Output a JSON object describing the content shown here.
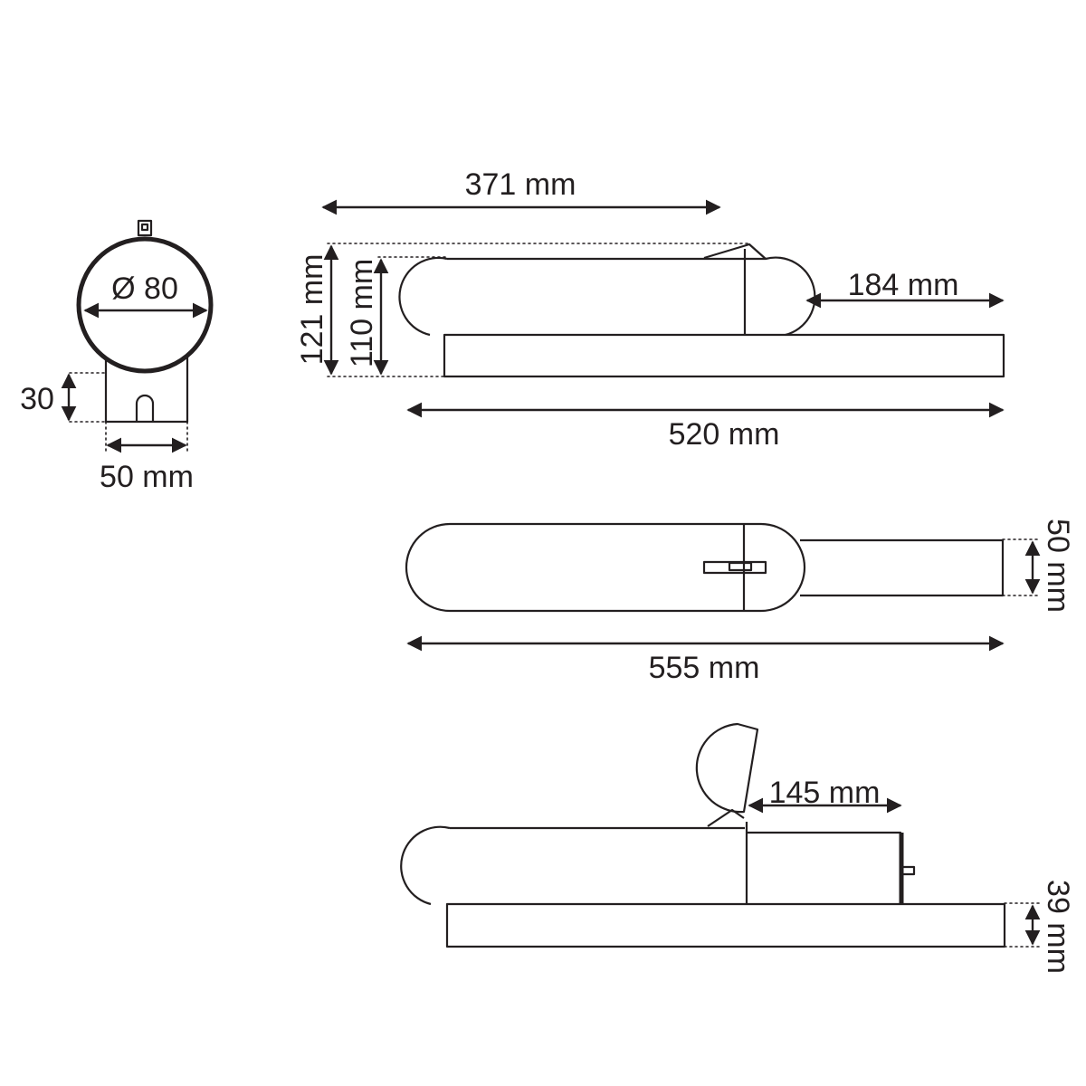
{
  "colors": {
    "line": "#231f20",
    "background": "#ffffff"
  },
  "labels": {
    "diameter": "Ø 80",
    "mount_height": "30",
    "mount_width": "50 mm",
    "top_length": "371 mm",
    "total_height": "121 mm",
    "head_height": "110 mm",
    "overhang": "184 mm",
    "plate_length": "520 mm",
    "plan_width": "50 mm",
    "plan_length": "555 mm",
    "tilt_offset": "145 mm",
    "plate_thickness": "39 mm"
  }
}
